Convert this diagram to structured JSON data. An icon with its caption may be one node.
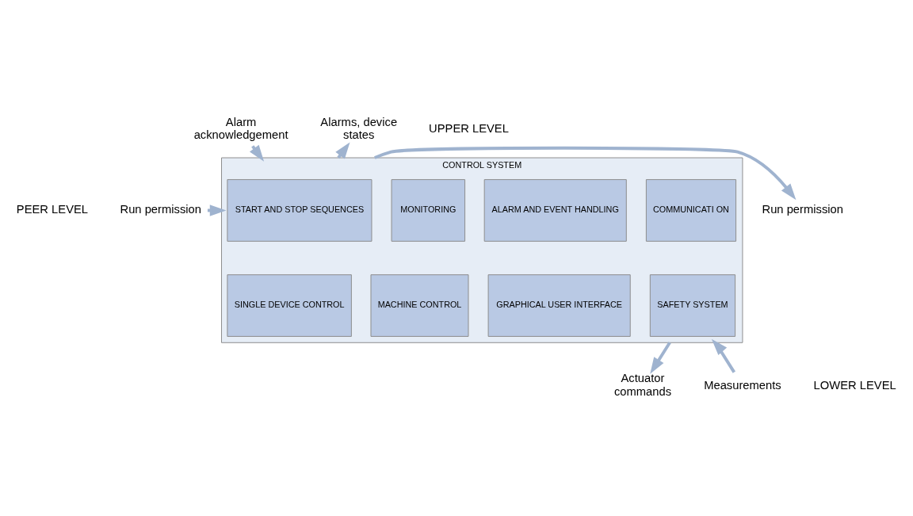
{
  "diagram": {
    "nodes": [
      {
        "text": [
          "CONTROL SYSTEM"
        ]
      },
      {
        "text": [
          "START AND STOP SEQUENCES"
        ],
        "in": 0
      },
      {
        "text": [
          "MONITORING"
        ],
        "in": 0
      },
      {
        "text": [
          "ALARM AND EVENT HANDLING"
        ],
        "in": 0
      },
      {
        "text": [
          "COMMUNICATI ON"
        ],
        "in": 0
      },
      {
        "text": [
          "SINGLE DEVICE CONTROL"
        ],
        "in": 0
      },
      {
        "text": [
          "MACHINE CONTROL"
        ],
        "in": 0
      },
      {
        "text": [
          "GRAPHICAL USER INTERFACE"
        ],
        "in": 0
      },
      {
        "text": [
          "SAFETY SYSTEM"
        ],
        "in": 0
      },
      {
        "text": [
          "Alarm acknowledgement"
        ]
      },
      {
        "text": [
          "Alarms, device states"
        ]
      },
      {
        "text": [
          "Run permission"
        ]
      },
      {
        "text": [
          "Run permission"
        ]
      },
      {
        "text": [
          "Actuator commands"
        ]
      },
      {
        "text": [
          "Measurements"
        ]
      }
    ],
    "edges": [
      {
        "from": 9,
        "to": 0,
        "arrow": "to"
      },
      {
        "from": 0,
        "to": 10,
        "arrow": "to"
      },
      {
        "from": 11,
        "to": 0,
        "arrow": "to"
      },
      {
        "from": 0,
        "to": 12,
        "arrow": "to"
      },
      {
        "from": 0,
        "to": 13,
        "arrow": "to"
      },
      {
        "from": 14,
        "to": 0,
        "arrow": "to"
      }
    ],
    "labels": [
      "UPPER LEVEL",
      "PEER LEVEL",
      "LOWER LEVEL"
    ]
  }
}
